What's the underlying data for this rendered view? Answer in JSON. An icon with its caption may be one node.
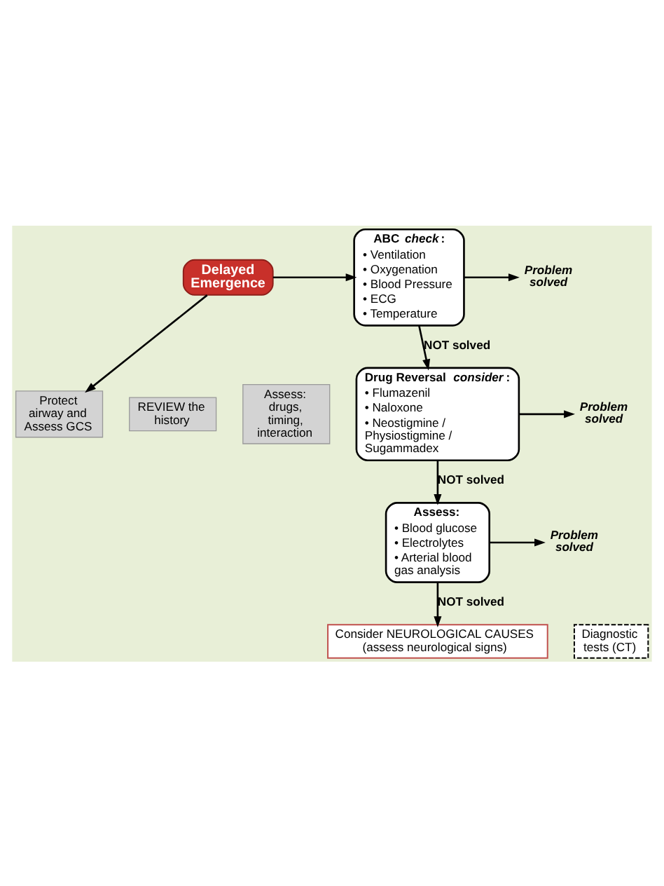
{
  "diagram": {
    "nodes": [
      {
        "text": [
          "Delayed Emergence"
        ]
      },
      {
        "text": [
          "Protect airway and Assess GCS"
        ]
      },
      {
        "text": [
          "REVIEW the history"
        ]
      },
      {
        "text": [
          "Assess: drugs, timing, interaction"
        ]
      },
      {
        "text": [
          "ABC *check*:",
          "• Ventilation",
          "• Oxygenation",
          "• Blood Pressure",
          "• ECG",
          "• Temperature"
        ]
      },
      {
        "text": [
          "Problem solved"
        ]
      },
      {
        "text": [
          "Drug Reversal *consider*:",
          "• Flumazenil",
          "• Naloxone",
          "• Neostigmine / Physiostigmine / Sugammadex"
        ]
      },
      {
        "text": [
          "Problem solved"
        ]
      },
      {
        "text": [
          "Assess:",
          "• Blood glucose",
          "• Electrolytes",
          "• Arterial blood gas analysis"
        ]
      },
      {
        "text": [
          "Problem solved"
        ]
      },
      {
        "text": [
          "Consider NEUROLOGICAL CAUSES",
          "(assess neurological signs)"
        ]
      },
      {
        "text": [
          "Diagnostic tests (CT)"
        ]
      }
    ],
    "edges": [
      {
        "from": 0,
        "to": 4,
        "arrow": "to"
      },
      {
        "from": 0,
        "to": 1,
        "arrow": "to"
      },
      {
        "from": 4,
        "to": 5,
        "arrow": "to"
      },
      {
        "from": 4,
        "to": 6,
        "arrow": "to",
        "label": "NOT solved"
      },
      {
        "from": 6,
        "to": 7,
        "arrow": "to"
      },
      {
        "from": 6,
        "to": 8,
        "arrow": "to",
        "label": "NOT solved"
      },
      {
        "from": 8,
        "to": 9,
        "arrow": "to"
      },
      {
        "from": 8,
        "to": 10,
        "arrow": "to",
        "label": "NOT solved"
      }
    ]
  }
}
